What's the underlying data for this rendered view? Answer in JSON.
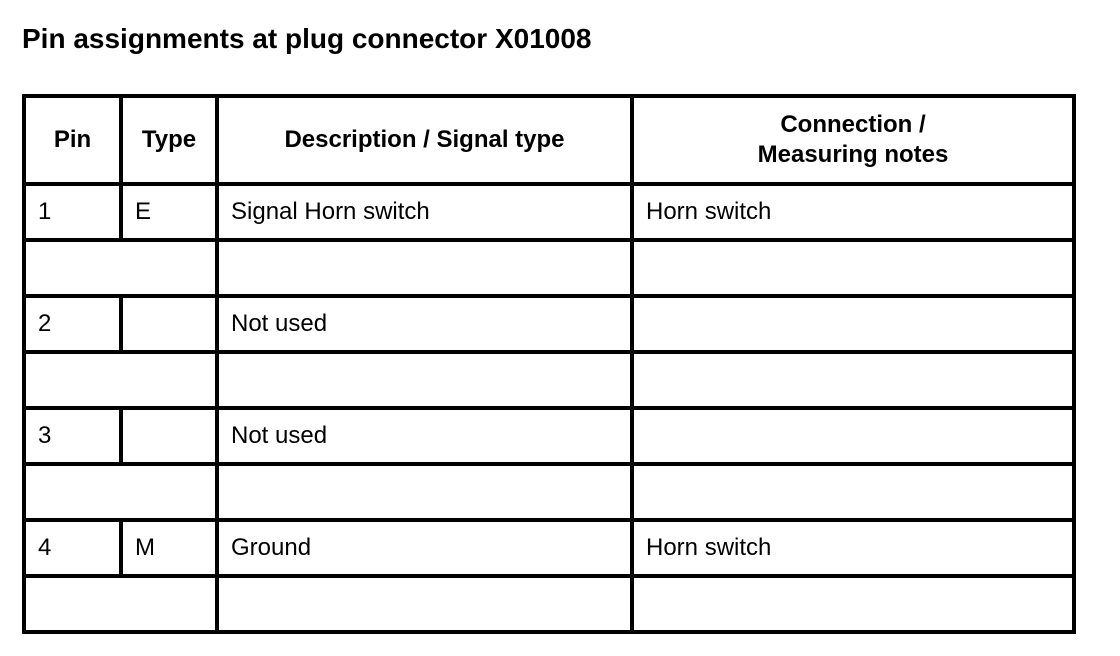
{
  "title": "Pin assignments at plug connector X01008",
  "table": {
    "headers": {
      "pin": "Pin",
      "type": "Type",
      "description": "Description / Signal type",
      "connection_line1": "Connection /",
      "connection_line2": "Measuring notes"
    },
    "rows": [
      {
        "pin": "1",
        "type": "E",
        "description": "Signal Horn switch",
        "connection": "Horn switch"
      },
      {
        "pin": "2",
        "type": "",
        "description": "Not used",
        "connection": ""
      },
      {
        "pin": "3",
        "type": "",
        "description": "Not used",
        "connection": ""
      },
      {
        "pin": "4",
        "type": "M",
        "description": "Ground",
        "connection": "Horn switch"
      }
    ]
  }
}
